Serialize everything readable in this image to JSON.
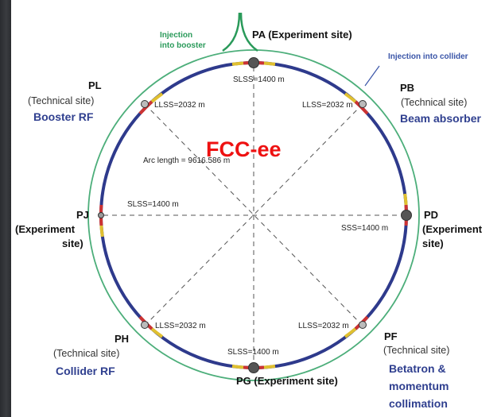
{
  "diagram": {
    "title": "FCC-ee",
    "notes": {
      "injection_booster_line1": "Injection",
      "injection_booster_line2": "into booster",
      "injection_collider": "Injection into collider"
    },
    "sites": {
      "pa": {
        "label": "PA (Experiment site)"
      },
      "pb": {
        "code": "PB",
        "type": "(Technical site)",
        "function": "Beam absorber"
      },
      "pd": {
        "code": "PD",
        "line2": "(Experiment",
        "line3": "site)"
      },
      "pf": {
        "code": "PF",
        "type": "(Technical site)",
        "function_lines": [
          "Betatron &",
          "momentum",
          "collimation"
        ]
      },
      "pg": {
        "label": "PG (Experiment site)"
      },
      "ph": {
        "code": "PH",
        "type": "(Technical site)",
        "function": "Collider RF"
      },
      "pj": {
        "code": "PJ",
        "line2": "(Experiment",
        "line3": "site)"
      },
      "pl": {
        "code": "PL",
        "type": "(Technical site)",
        "function": "Booster RF"
      }
    },
    "straight_labels": {
      "top": "SLSS=1400 m",
      "bottom": "SLSS=1400 m",
      "left": "SLSS=1400 m",
      "right": "SSS=1400 m",
      "upper_left": "LLSS=2032 m",
      "upper_right": "LLSS=2032 m",
      "lower_left": "LLSS=2032 m",
      "lower_right": "LLSS=2032 m"
    },
    "arc_label": "Arc length = 9616.586 m",
    "colors": {
      "collider_ring": "#2e3a8c",
      "booster_ring": "#4cae7a",
      "rf_segment": "#cc3333",
      "straight_segment": "#e0c030",
      "site_marker": "#555555",
      "title": "#ee1111"
    }
  }
}
